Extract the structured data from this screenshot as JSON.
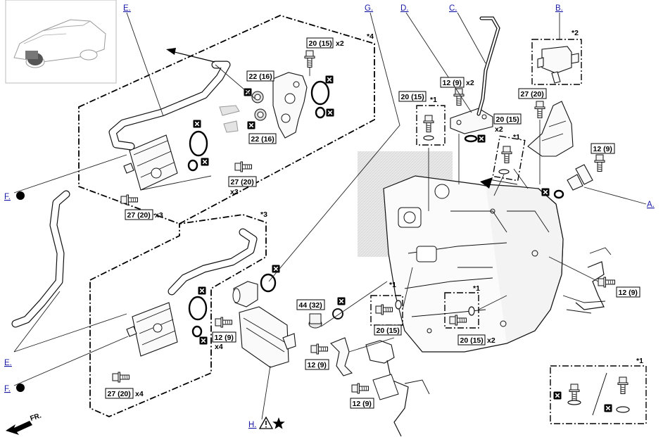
{
  "callouts": {
    "A": "A.",
    "B": "B.",
    "C": "C.",
    "D": "D.",
    "E_top": "E.",
    "E_bottom": "E.",
    "F_top": "F.",
    "F_bottom": "F.",
    "G": "G.",
    "H": "H."
  },
  "notes": {
    "n1_top_left": "*1",
    "n1_mid_left": "*1",
    "n1_mid_right": "*1",
    "n1_right": "*1",
    "n1_legend": "*1",
    "n2": "*2",
    "n3": "*3",
    "n4": "*4"
  },
  "torques": {
    "t_20_15_top": "20 (15)",
    "t_22_16_a": "22 (16)",
    "t_22_16_b": "22 (16)",
    "t_27_20_top": "27 (20)",
    "t_27_20_left": "27 (20)",
    "t_12_9_top": "12 (9)",
    "t_20_15_d": "20 (15)",
    "t_20_15_d2": "20 (15)",
    "t_27_20_b": "27 (20)",
    "t_12_9_a": "12 (9)",
    "t_12_9_side": "12 (9)",
    "t_12_9_mid": "12 (9)",
    "t_27_20_bottom": "27 (20)",
    "t_44_32": "44 (32)",
    "t_20_15_low": "20 (15)",
    "t_20_15_low2": "20 (15)",
    "t_12_9_low": "12 (9)",
    "t_12_9_bottom": "12 (9)"
  },
  "quantities": {
    "q_top_x2": "x2",
    "q_mid_x3": "x3",
    "q_left_x3": "x3",
    "q_d_x2": "x2",
    "q_d2_x2": "x2",
    "q_mid_x4": "x4",
    "q_bottom_x4": "x4",
    "q_low2_x2": "x2"
  },
  "orientation": {
    "front_label": "FR."
  },
  "icons": {
    "non_reusable": "non-reusable-part-icon",
    "caution": "caution-triangle-icon",
    "star": "star-icon",
    "circle_dot": "filled-circle-icon"
  }
}
